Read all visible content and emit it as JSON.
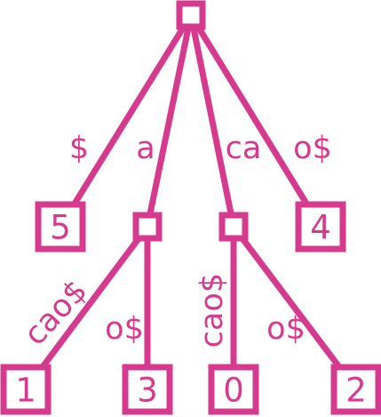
{
  "theme": {
    "color": "#d63a8e"
  },
  "tree": {
    "nodes": [
      {
        "id": "root",
        "label": "",
        "kind": "internal"
      },
      {
        "id": "leaf-5",
        "label": "5",
        "kind": "leaf"
      },
      {
        "id": "node-a",
        "label": "",
        "kind": "internal"
      },
      {
        "id": "node-ca",
        "label": "",
        "kind": "internal"
      },
      {
        "id": "leaf-4",
        "label": "4",
        "kind": "leaf"
      },
      {
        "id": "leaf-1",
        "label": "1",
        "kind": "leaf"
      },
      {
        "id": "leaf-3",
        "label": "3",
        "kind": "leaf"
      },
      {
        "id": "leaf-0",
        "label": "0",
        "kind": "leaf"
      },
      {
        "id": "leaf-2",
        "label": "2",
        "kind": "leaf"
      }
    ],
    "edges": [
      {
        "from": "root",
        "to": "leaf-5",
        "label": "$"
      },
      {
        "from": "root",
        "to": "node-a",
        "label": "a"
      },
      {
        "from": "root",
        "to": "node-ca",
        "label": "ca"
      },
      {
        "from": "root",
        "to": "leaf-4",
        "label": "o$"
      },
      {
        "from": "node-a",
        "to": "leaf-1",
        "label": "cao$"
      },
      {
        "from": "node-a",
        "to": "leaf-3",
        "label": "o$"
      },
      {
        "from": "node-ca",
        "to": "leaf-0",
        "label": "cao$"
      },
      {
        "from": "node-ca",
        "to": "leaf-2",
        "label": "o$"
      }
    ]
  }
}
